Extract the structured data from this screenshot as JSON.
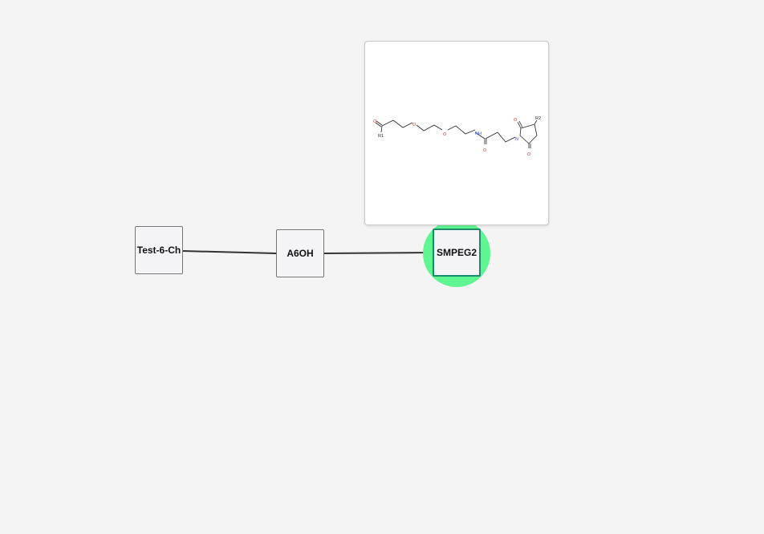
{
  "nodes": [
    {
      "id": "test-6-ch",
      "label": "Test-6-Ch"
    },
    {
      "id": "a6oh",
      "label": "A6OH"
    },
    {
      "id": "smpeg2",
      "label": "SMPEG2",
      "selected": true
    }
  ],
  "edges": [
    {
      "from": "test-6-ch",
      "to": "a6oh"
    },
    {
      "from": "a6oh",
      "to": "smpeg2"
    }
  ],
  "structure_popup": {
    "for_node": "smpeg2",
    "atom_labels": {
      "o1": "O",
      "r1": "R1",
      "o2": "O",
      "o3": "O",
      "nh": "NH",
      "o4": "O",
      "n": "N",
      "o5": "O",
      "o6": "O",
      "r2": "R2"
    }
  },
  "colors": {
    "background": "#f4f4f4",
    "node_fill": "#f4f4f6",
    "node_border": "#777777",
    "selected_border": "#1a8a6c",
    "selection_halo": "#5ff591",
    "edge": "#333333",
    "oxygen": "#e0301e",
    "nitrogen": "#3050f8"
  }
}
